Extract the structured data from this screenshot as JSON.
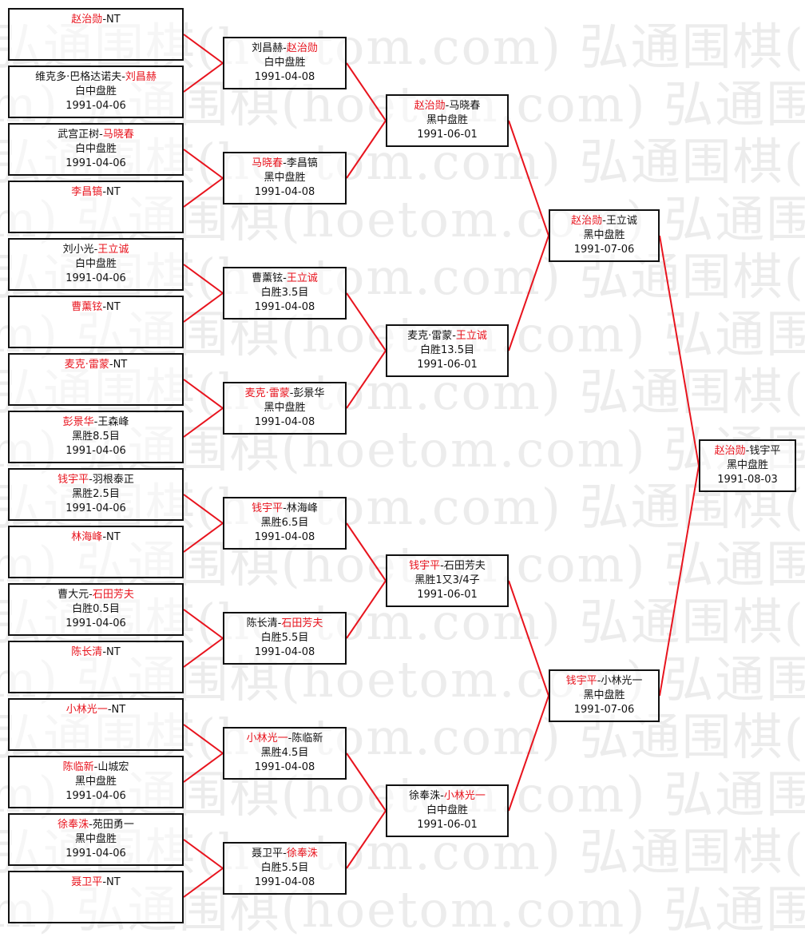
{
  "watermark": "弘通围棋(hoetom.com)",
  "colors": {
    "winner": "#e8141e",
    "line": "#e8141e",
    "border": "#111111"
  },
  "rounds": [
    [
      {
        "p1": "赵治勋",
        "p2": "NT",
        "winner": 1,
        "result": "",
        "date": ""
      },
      {
        "p1": "维克多·巴格达诺夫",
        "p2": "刘昌赫",
        "winner": 2,
        "result": "白中盘胜",
        "date": "1991-04-06"
      },
      {
        "p1": "武宫正树",
        "p2": "马晓春",
        "winner": 2,
        "result": "白中盘胜",
        "date": "1991-04-06"
      },
      {
        "p1": "李昌镐",
        "p2": "NT",
        "winner": 1,
        "result": "",
        "date": ""
      },
      {
        "p1": "刘小光",
        "p2": "王立诚",
        "winner": 2,
        "result": "白中盘胜",
        "date": "1991-04-06"
      },
      {
        "p1": "曹薰铉",
        "p2": "NT",
        "winner": 1,
        "result": "",
        "date": ""
      },
      {
        "p1": "麦克·雷蒙",
        "p2": "NT",
        "winner": 1,
        "result": "",
        "date": ""
      },
      {
        "p1": "彭景华",
        "p2": "王森峰",
        "winner": 1,
        "result": "黑胜8.5目",
        "date": "1991-04-06"
      },
      {
        "p1": "钱宇平",
        "p2": "羽根泰正",
        "winner": 1,
        "result": "黑胜2.5目",
        "date": "1991-04-06"
      },
      {
        "p1": "林海峰",
        "p2": "NT",
        "winner": 1,
        "result": "",
        "date": ""
      },
      {
        "p1": "曹大元",
        "p2": "石田芳夫",
        "winner": 2,
        "result": "白胜0.5目",
        "date": "1991-04-06"
      },
      {
        "p1": "陈长清",
        "p2": "NT",
        "winner": 1,
        "result": "",
        "date": ""
      },
      {
        "p1": "小林光一",
        "p2": "NT",
        "winner": 1,
        "result": "",
        "date": ""
      },
      {
        "p1": "陈临新",
        "p2": "山城宏",
        "winner": 1,
        "result": "黑中盘胜",
        "date": "1991-04-06"
      },
      {
        "p1": "徐奉洙",
        "p2": "苑田勇一",
        "winner": 1,
        "result": "黑中盘胜",
        "date": "1991-04-06"
      },
      {
        "p1": "聂卫平",
        "p2": "NT",
        "winner": 1,
        "result": "",
        "date": ""
      }
    ],
    [
      {
        "p1": "刘昌赫",
        "p2": "赵治勋",
        "winner": 2,
        "result": "白中盘胜",
        "date": "1991-04-08"
      },
      {
        "p1": "马晓春",
        "p2": "李昌镐",
        "winner": 1,
        "result": "黑中盘胜",
        "date": "1991-04-08"
      },
      {
        "p1": "曹薰铉",
        "p2": "王立诚",
        "winner": 2,
        "result": "白胜3.5目",
        "date": "1991-04-08"
      },
      {
        "p1": "麦克·雷蒙",
        "p2": "彭景华",
        "winner": 1,
        "result": "黑中盘胜",
        "date": "1991-04-08"
      },
      {
        "p1": "钱宇平",
        "p2": "林海峰",
        "winner": 1,
        "result": "黑胜6.5目",
        "date": "1991-04-08"
      },
      {
        "p1": "陈长清",
        "p2": "石田芳夫",
        "winner": 2,
        "result": "白胜5.5目",
        "date": "1991-04-08"
      },
      {
        "p1": "小林光一",
        "p2": "陈临新",
        "winner": 1,
        "result": "黑胜4.5目",
        "date": "1991-04-08"
      },
      {
        "p1": "聂卫平",
        "p2": "徐奉洙",
        "winner": 2,
        "result": "白胜5.5目",
        "date": "1991-04-08"
      }
    ],
    [
      {
        "p1": "赵治勋",
        "p2": "马晓春",
        "winner": 1,
        "result": "黑中盘胜",
        "date": "1991-06-01"
      },
      {
        "p1": "麦克·雷蒙",
        "p2": "王立诚",
        "winner": 2,
        "result": "白胜13.5目",
        "date": "1991-06-01"
      },
      {
        "p1": "钱宇平",
        "p2": "石田芳夫",
        "winner": 1,
        "result": "黑胜1又3/4子",
        "date": "1991-06-01"
      },
      {
        "p1": "徐奉洙",
        "p2": "小林光一",
        "winner": 2,
        "result": "白中盘胜",
        "date": "1991-06-01"
      }
    ],
    [
      {
        "p1": "赵治勋",
        "p2": "王立诚",
        "winner": 1,
        "result": "黑中盘胜",
        "date": "1991-07-06"
      },
      {
        "p1": "钱宇平",
        "p2": "小林光一",
        "winner": 1,
        "result": "黑中盘胜",
        "date": "1991-07-06"
      }
    ],
    [
      {
        "p1": "赵治勋",
        "p2": "钱宇平",
        "winner": 1,
        "result": "黑中盘胜",
        "date": "1991-08-03"
      }
    ]
  ]
}
